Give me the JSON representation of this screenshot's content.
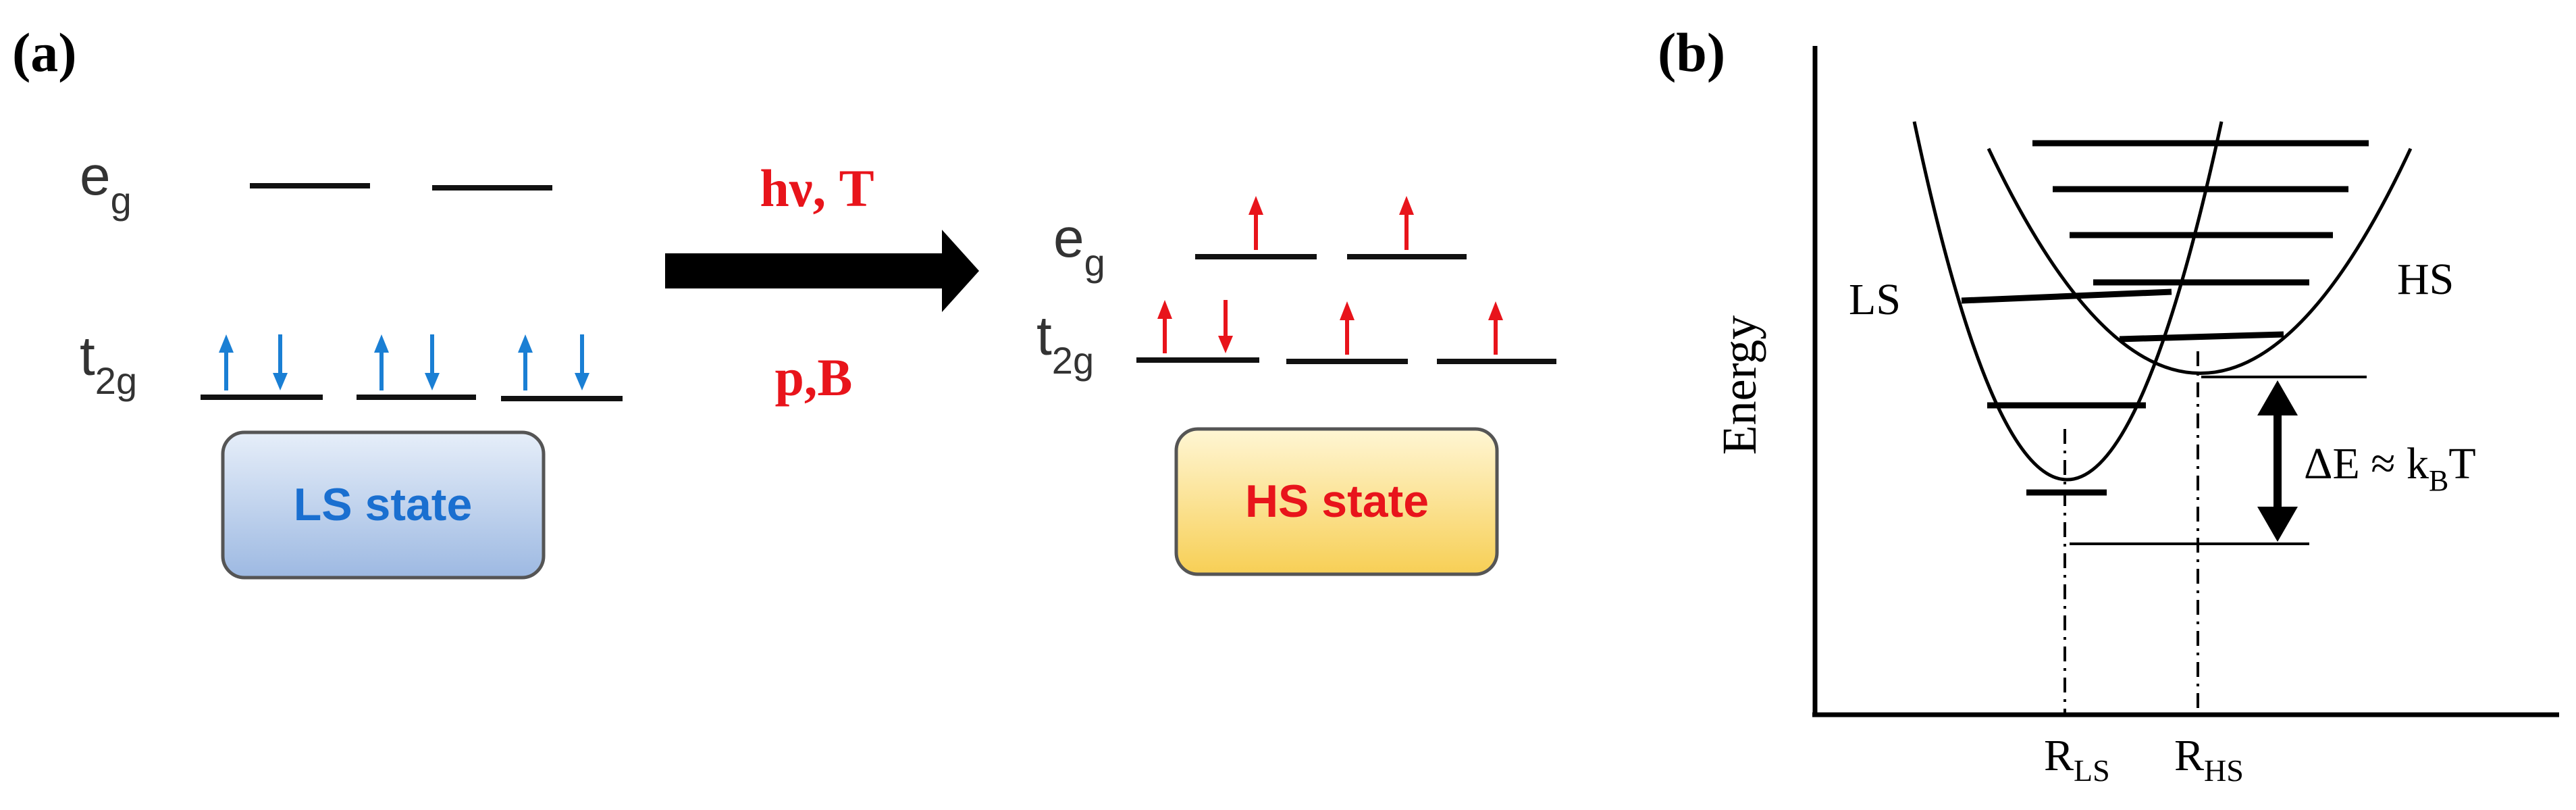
{
  "panel_a": {
    "label": "(a)",
    "ls_config": {
      "eg_main": "e",
      "eg_sub": "g",
      "t2g_main": "t",
      "t2g_sub": "2g"
    },
    "hs_config": {
      "eg_main": "e",
      "eg_sub": "g",
      "t2g_main": "t",
      "t2g_sub": "2g"
    },
    "arrow_top_label": "hν, T",
    "arrow_bottom_label": "p,B",
    "ls_box_label": "LS state",
    "hs_box_label": "HS state",
    "colors": {
      "ls_spin": "#1a7fd4",
      "hs_spin": "#e8141b",
      "stimulus_text": "#e8141b",
      "ls_box_text": "#1a6fd0",
      "hs_box_text": "#e8141b"
    }
  },
  "panel_b": {
    "label": "(b)",
    "y_axis_label": "Energy",
    "ls_curve_label": "LS",
    "hs_curve_label": "HS",
    "delta_label": "ΔE ≈ k",
    "delta_sub": "B",
    "delta_tail": "T",
    "r_ls_main": "R",
    "r_ls_sub": "LS",
    "r_hs_main": "R",
    "r_hs_sub": "HS"
  }
}
